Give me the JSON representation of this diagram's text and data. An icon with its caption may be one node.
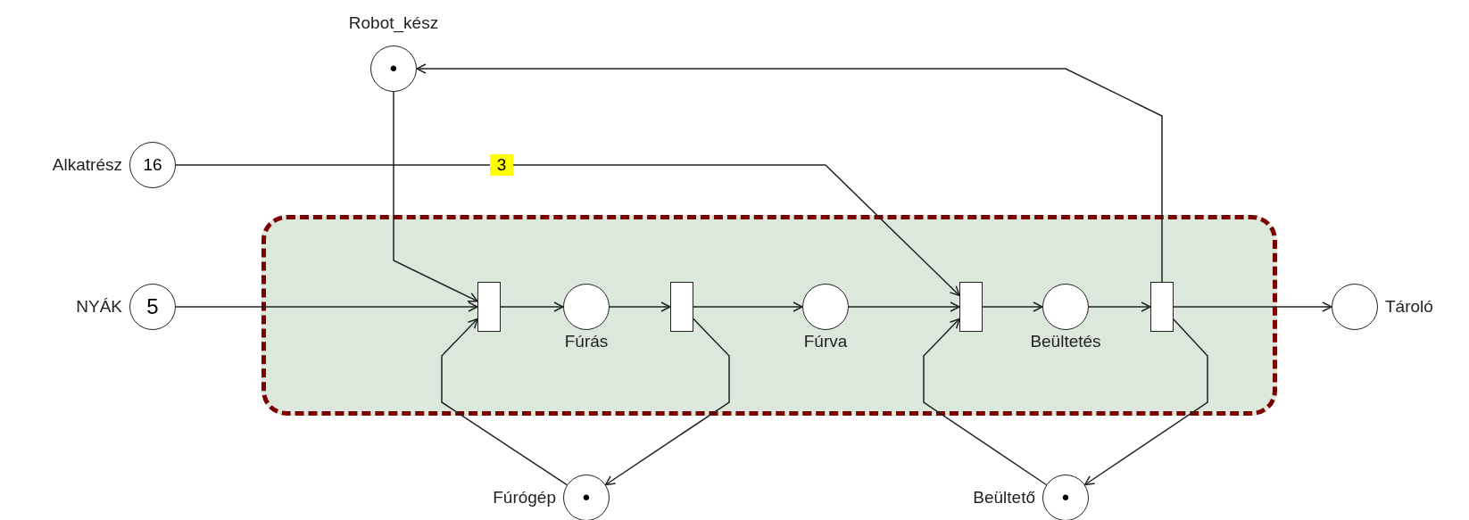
{
  "diagram": {
    "nodes": [
      {
        "text": [
          "•"
        ],
        "beside": [
          "Robot_kész"
        ]
      },
      {
        "text": [
          "16"
        ],
        "beside": [
          "Alkatrész"
        ]
      },
      {
        "text": [],
        "shape": "box"
      },
      {
        "text": [
          "5"
        ],
        "beside": [
          "NYÁK"
        ]
      },
      {
        "text": [],
        "shape": "bar",
        "in": 2
      },
      {
        "text": [],
        "shape": "circle",
        "in": 2,
        "beside": [
          "Fúrás"
        ]
      },
      {
        "text": [],
        "shape": "bar",
        "in": 2
      },
      {
        "text": [],
        "shape": "circle",
        "in": 2,
        "beside": [
          "Fúrva"
        ]
      },
      {
        "text": [],
        "shape": "bar",
        "in": 2
      },
      {
        "text": [],
        "shape": "circle",
        "in": 2,
        "beside": [
          "Beültetés"
        ]
      },
      {
        "text": [],
        "shape": "bar",
        "in": 2
      },
      {
        "text": [],
        "shape": "circle",
        "beside": [
          "Tároló"
        ]
      },
      {
        "text": [
          "•"
        ],
        "beside": [
          "Fúrógép"
        ]
      },
      {
        "text": [
          "•"
        ],
        "beside": [
          "Beültető"
        ]
      }
    ],
    "edges": [
      {
        "from": 3,
        "to": 4,
        "arrow": "to"
      },
      {
        "from": 0,
        "to": 4,
        "arrow": "to"
      },
      {
        "from": 1,
        "to": 8,
        "arrow": "to",
        "label": "3"
      },
      {
        "from": 4,
        "to": 5,
        "arrow": "to"
      },
      {
        "from": 5,
        "to": 6,
        "arrow": "to"
      },
      {
        "from": 6,
        "to": 7,
        "arrow": "to"
      },
      {
        "from": 7,
        "to": 8,
        "arrow": "to"
      },
      {
        "from": 8,
        "to": 9,
        "arrow": "to"
      },
      {
        "from": 9,
        "to": 10,
        "arrow": "to"
      },
      {
        "from": 10,
        "to": 11,
        "arrow": "to"
      },
      {
        "from": 12,
        "to": 4,
        "arrow": "to"
      },
      {
        "from": 6,
        "to": 12,
        "arrow": "to"
      },
      {
        "from": 13,
        "to": 8,
        "arrow": "to"
      },
      {
        "from": 10,
        "to": 13,
        "arrow": "to"
      },
      {
        "from": 10,
        "to": 0,
        "arrow": "to"
      }
    ]
  }
}
